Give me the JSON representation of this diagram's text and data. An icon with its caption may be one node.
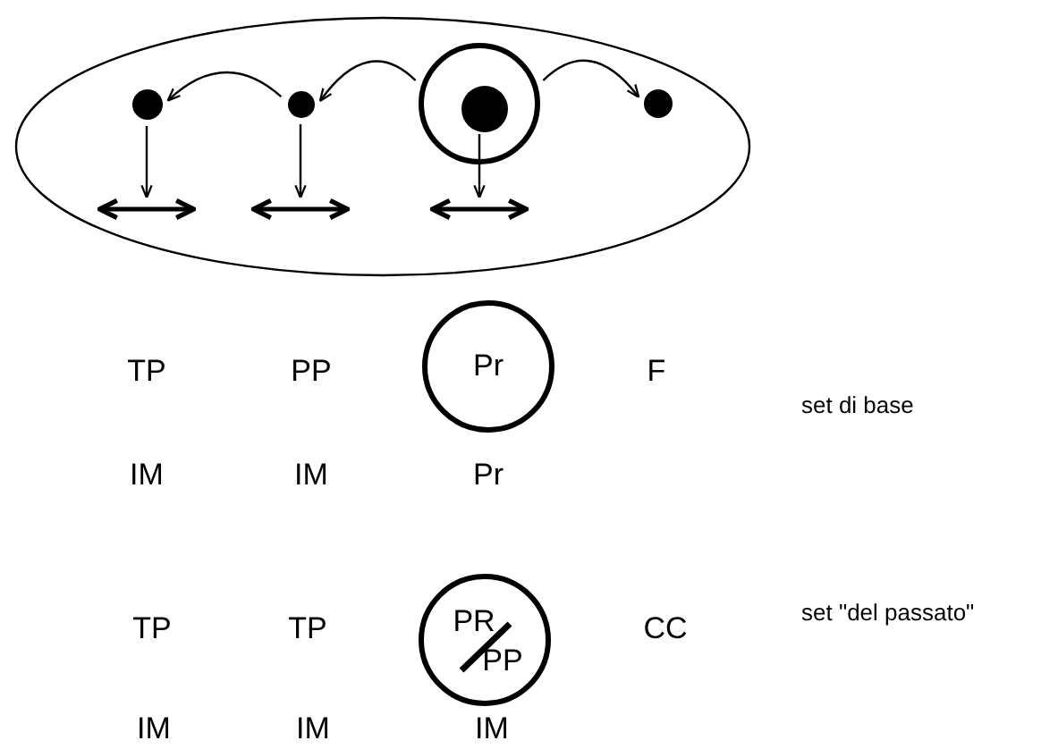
{
  "diagram": {
    "nodes": [
      {
        "text": [],
        "shape": "ellipse"
      },
      {
        "text": [],
        "shape": "circle",
        "in": 0
      },
      {
        "text": [],
        "shape": "circle",
        "in": 0
      },
      {
        "text": [],
        "shape": "circle",
        "in": 0
      },
      {
        "text": [],
        "shape": "circle",
        "in": 3
      },
      {
        "text": [],
        "shape": "circle",
        "in": 0
      },
      {
        "text": [],
        "shape": "arrow",
        "in": 0
      },
      {
        "text": [],
        "shape": "arrow",
        "in": 0
      },
      {
        "text": [],
        "shape": "arrow",
        "in": 0
      },
      {
        "text": [
          "Pr"
        ]
      },
      {
        "text": [
          "PR",
          "PP"
        ]
      }
    ],
    "edges": [
      {
        "from": 2,
        "to": 1,
        "arrow": "to"
      },
      {
        "from": 3,
        "to": 2,
        "arrow": "to"
      },
      {
        "from": 3,
        "to": 5,
        "arrow": "to"
      },
      {
        "from": 1,
        "to": 6,
        "arrow": "to"
      },
      {
        "from": 2,
        "to": 7,
        "arrow": "to"
      },
      {
        "from": 4,
        "to": 8,
        "arrow": "to"
      }
    ],
    "labels": [
      "TP",
      "PP",
      "F",
      "set di base",
      "IM",
      "IM",
      "Pr",
      "TP",
      "TP",
      "CC",
      "set \"del passato\"",
      "IM",
      "IM",
      "IM"
    ]
  }
}
